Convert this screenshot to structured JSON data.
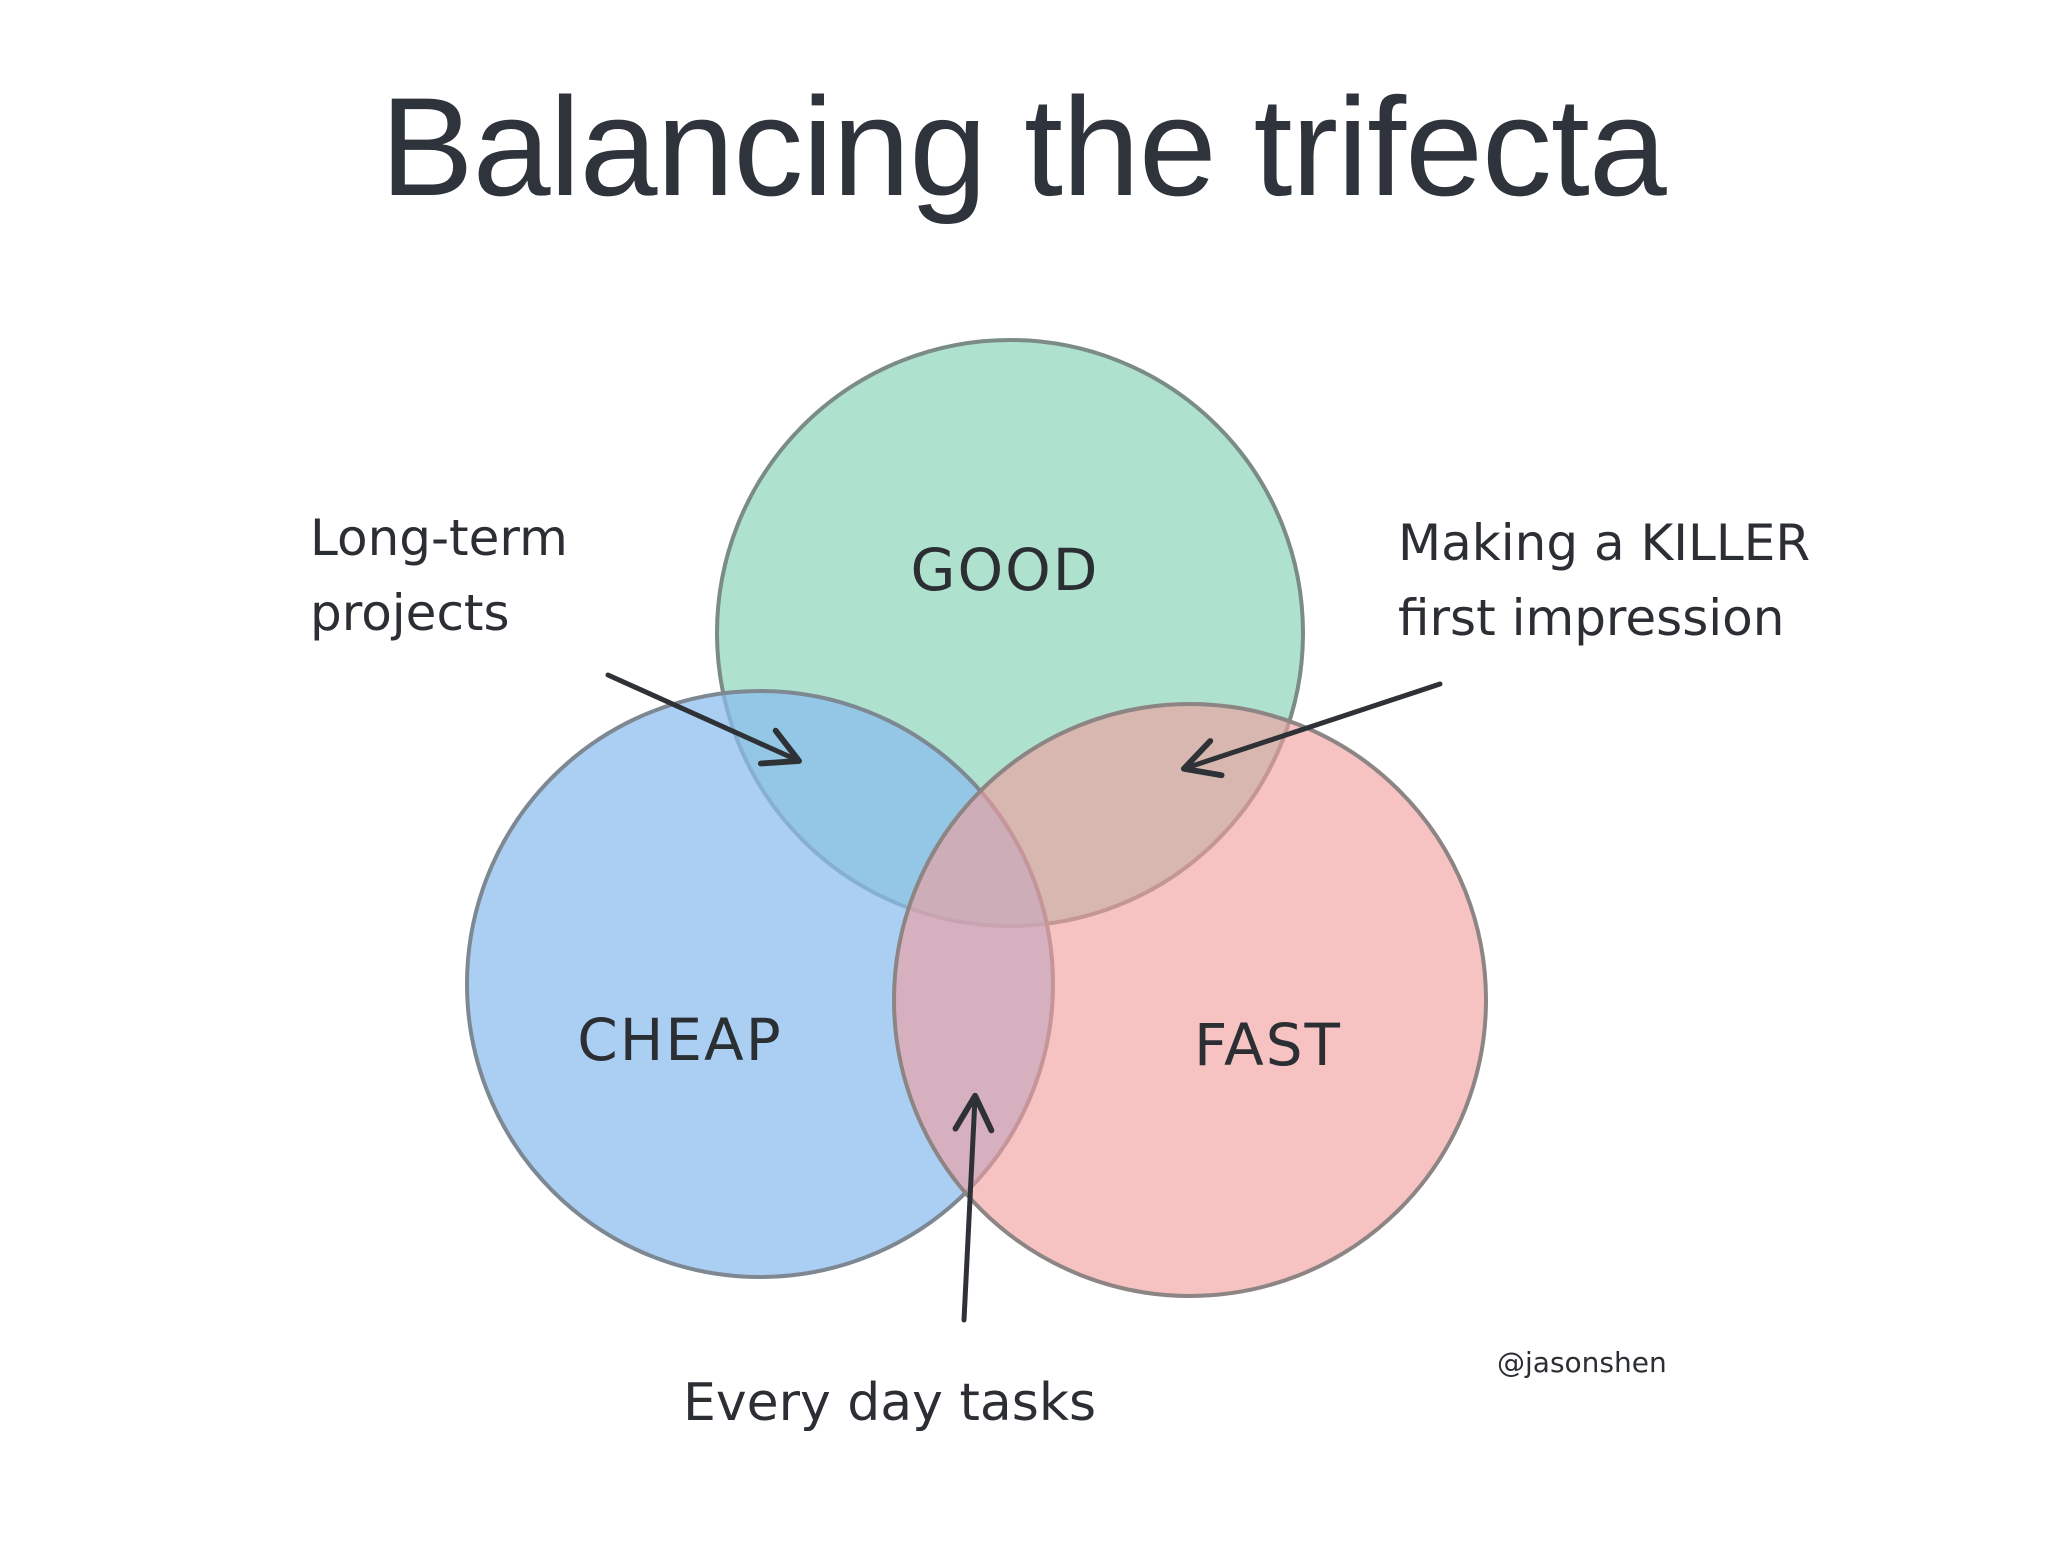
{
  "title": "Balancing the trifecta",
  "sets": {
    "good": {
      "label": "GOOD",
      "fill": "#8fd6bb",
      "stroke": "#7b8b86"
    },
    "cheap": {
      "label": "CHEAP",
      "fill": "#8bbcee",
      "stroke": "#7e8893"
    },
    "fast": {
      "label": "FAST",
      "fill": "#f09c9c",
      "stroke": "#8d8484"
    }
  },
  "annotations": {
    "good_cheap": [
      "Long-term",
      "projects"
    ],
    "good_fast": [
      "Making a KILLER",
      "first impression"
    ],
    "cheap_fast": "Every day tasks"
  },
  "credit": "@jasonshen",
  "colors": {
    "text": "#2b2e33",
    "title": "#2f333b",
    "arrow": "#2e3237"
  }
}
